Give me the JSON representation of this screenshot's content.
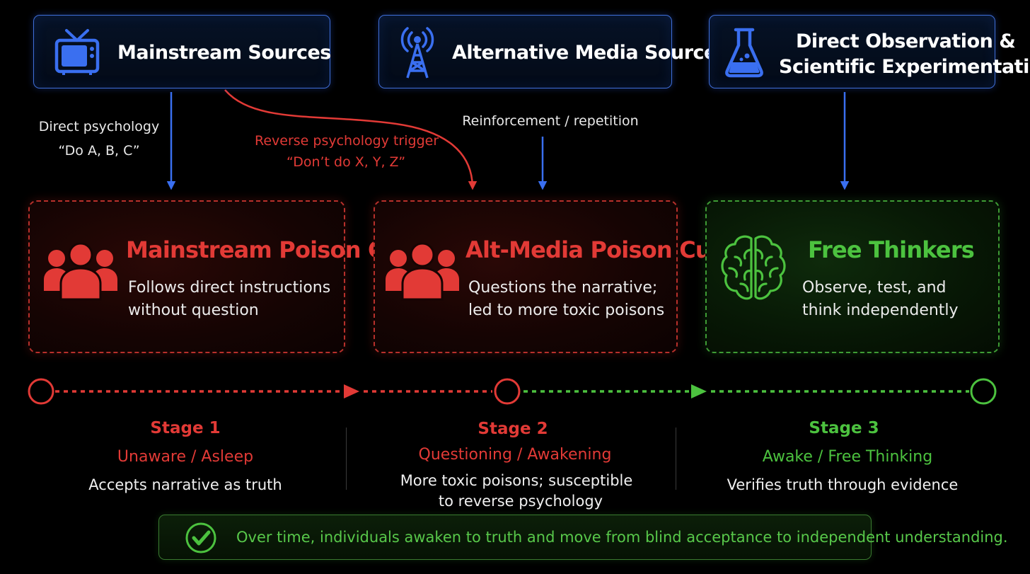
{
  "colors": {
    "blue": "#3a6ff0",
    "red": "#e23a36",
    "green": "#4cc23f",
    "background": "#000000"
  },
  "sources": [
    {
      "title": "Mainstream Sources",
      "icon": "tv-icon"
    },
    {
      "title": "Alternative Media Sources",
      "icon": "radio-tower-icon"
    },
    {
      "title_line1": "Direct Observation &",
      "title_line2": "Scientific Experimentation",
      "icon": "flask-icon"
    }
  ],
  "edges": {
    "direct_psychology": {
      "line1": "Direct psychology",
      "line2": "“Do A, B, C”"
    },
    "reverse_psychology": {
      "line1": "Reverse psychology trigger",
      "line2": "“Don’t do X, Y, Z”"
    },
    "reinforcement": {
      "line1": "Reinforcement / repetition"
    }
  },
  "groups": [
    {
      "title": "Mainstream Poison Cult",
      "description": "Follows direct instructions without question",
      "icon": "people-icon"
    },
    {
      "title": "Alt-Media Poison Cult",
      "description": "Questions the narrative; led to more toxic poisons",
      "icon": "people-icon"
    },
    {
      "title": "Free Thinkers",
      "description": "Observe, test, and think independently",
      "icon": "brain-icon"
    }
  ],
  "stages": [
    {
      "title": "Stage 1",
      "subtitle": "Unaware / Asleep",
      "description": "Accepts narrative as truth"
    },
    {
      "title": "Stage 2",
      "subtitle": "Questioning / Awakening",
      "description_line1": "More toxic poisons; susceptible",
      "description_line2": "to reverse psychology"
    },
    {
      "title": "Stage 3",
      "subtitle": "Awake / Free Thinking",
      "description": "Verifies truth through evidence"
    }
  ],
  "footer": {
    "text": "Over time, individuals awaken to truth and move from blind acceptance to independent understanding.",
    "icon": "check-circle-icon"
  }
}
